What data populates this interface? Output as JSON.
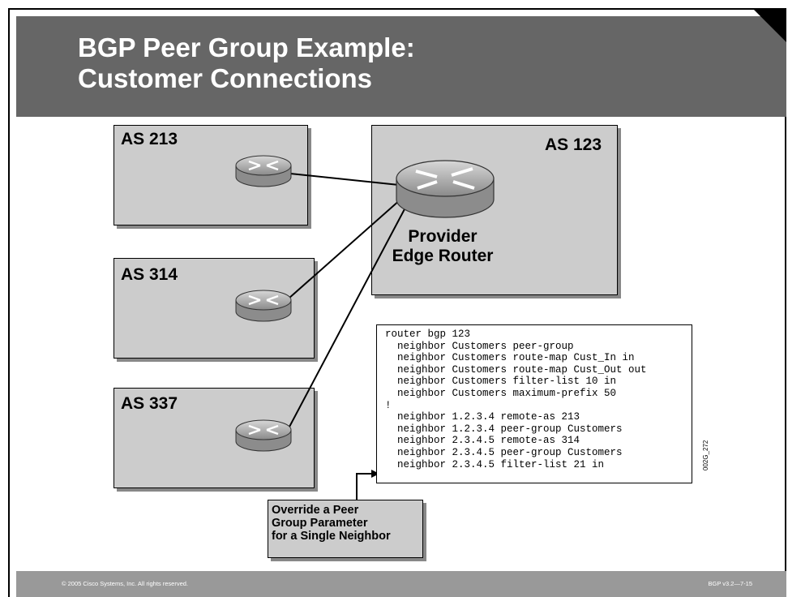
{
  "slide": {
    "title_line1": "BGP Peer Group Example:",
    "title_line2": "Customer Connections"
  },
  "networks": {
    "as213": "AS 213",
    "as314": "AS 314",
    "as337": "AS 337",
    "as123": "AS 123",
    "pe_line1": "Provider",
    "pe_line2": "Edge Router"
  },
  "config": {
    "lines": [
      "router bgp 123",
      "  neighbor Customers peer-group",
      "  neighbor Customers route-map Cust_In in",
      "  neighbor Customers route-map Cust_Out out",
      "  neighbor Customers filter-list 10 in",
      "  neighbor Customers maximum-prefix 50",
      "!",
      "  neighbor 1.2.3.4 remote-as 213",
      "  neighbor 1.2.3.4 peer-group Customers",
      "  neighbor 2.3.4.5 remote-as 314",
      "  neighbor 2.3.4.5 peer-group Customers",
      "  neighbor 2.3.4.5 filter-list 21 in"
    ],
    "side_code": "002G_272"
  },
  "callout": {
    "line1": "Override a Peer",
    "line2": "Group Parameter",
    "line3": "for a Single Neighbor"
  },
  "footer": {
    "copyright": "© 2005 Cisco Systems, Inc. All rights reserved.",
    "course": "BGP v3.2—7-15"
  },
  "colors": {
    "title_bar": "#666666",
    "box_fill": "#cccccc",
    "router_body": "#999999",
    "footer": "#999999"
  }
}
